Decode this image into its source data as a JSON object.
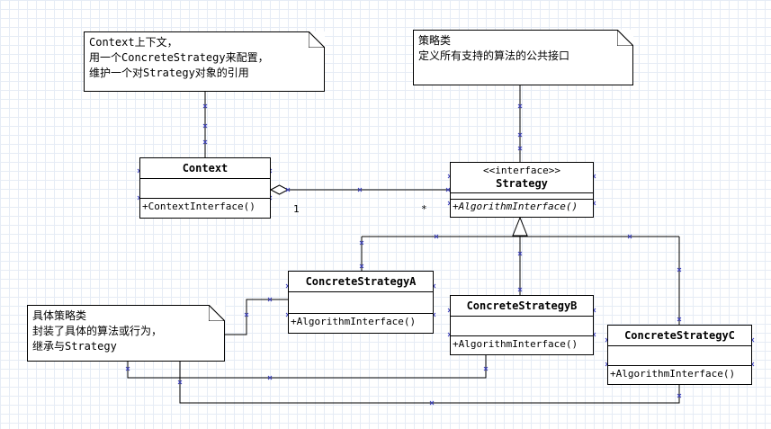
{
  "notes": {
    "context_note": [
      "Context上下文，",
      "用一个ConcreteStrategy来配置，",
      "维护一个对Strategy对象的引用"
    ],
    "strategy_note": [
      "策略类",
      "定义所有支持的算法的公共接口"
    ],
    "concrete_note": [
      "具体策略类",
      "封装了具体的算法或行为，",
      "继承与Strategy"
    ]
  },
  "classes": {
    "context": {
      "name": "Context",
      "operation": "+ContextInterface()"
    },
    "strategy": {
      "stereotype": "<<interface>>",
      "name": "Strategy",
      "operation": "+AlgorithmInterface()"
    },
    "concrete_a": {
      "name": "ConcreteStrategyA",
      "operation": "+AlgorithmInterface()"
    },
    "concrete_b": {
      "name": "ConcreteStrategyB",
      "operation": "+AlgorithmInterface()"
    },
    "concrete_c": {
      "name": "ConcreteStrategyC",
      "operation": "+AlgorithmInterface()"
    }
  },
  "multiplicity": {
    "context_end": "1",
    "strategy_end": "*"
  },
  "colors": {
    "line": "#000000",
    "handle": "#3b3fbf",
    "grid": "#e6ecf5"
  }
}
